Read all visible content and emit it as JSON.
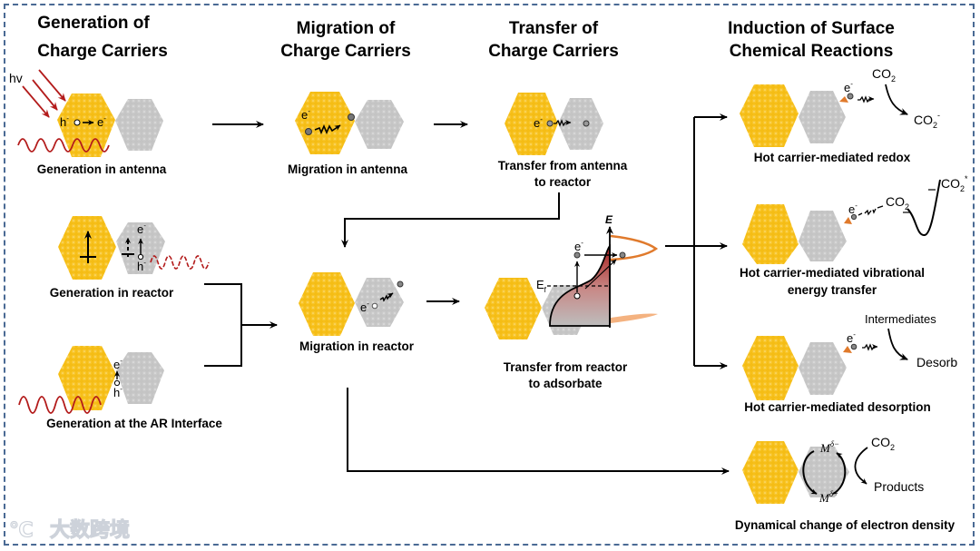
{
  "colors": {
    "antenna": "#f5bd14",
    "reactor": "#c4c4c4",
    "light_wave": "#b31b1b",
    "adsorbate_marker": "#e07a2c",
    "frame": "#4a6a94",
    "energy_gradient_top": "#a8201e",
    "energy_gradient_bottom": "#bdbdbd"
  },
  "headers": {
    "generation": [
      "Generation of",
      "Charge Carriers"
    ],
    "migration": [
      "Migration of",
      "Charge Carriers"
    ],
    "transfer": [
      "Transfer of",
      "Charge Carriers"
    ],
    "induction": [
      "Induction of Surface",
      "Chemical Reactions"
    ]
  },
  "panels": {
    "gen_antenna": {
      "caption": "Generation in antenna",
      "photon_label": "hv",
      "hole_label": "h",
      "electron_label": "e",
      "charge_sup": "-"
    },
    "gen_reactor": {
      "caption": "Generation in reactor",
      "electron_label": "e",
      "hole_label": "h",
      "charge_sup": "-"
    },
    "gen_interface": {
      "caption": "Generation at the AR Interface",
      "electron_label": "e",
      "hole_label": "h",
      "charge_sup": "-"
    },
    "mig_antenna": {
      "caption": "Migration in antenna",
      "electron_label": "e",
      "charge_sup": "-"
    },
    "mig_reactor": {
      "caption": "Migration in reactor",
      "electron_label": "e",
      "charge_sup": "-"
    },
    "transfer_antenna_reactor": {
      "caption": [
        "Transfer from antenna",
        "to reactor"
      ],
      "electron_label": "e",
      "charge_sup": "-"
    },
    "transfer_reactor_adsorbate": {
      "caption": [
        "Transfer from reactor",
        "to adsorbate"
      ],
      "energy_axis_label": "E",
      "fermi_label": "E",
      "fermi_sub": "f",
      "electron_label": "e",
      "charge_sup": "-"
    },
    "redox": {
      "caption": "Hot carrier-mediated redox",
      "electron_label": "e",
      "charge_sup": "-",
      "reactant": "CO",
      "reactant_sub": "2",
      "product": "CO",
      "product_sub": "2",
      "product_sup": "-"
    },
    "vibrational": {
      "caption": [
        "Hot carrier-mediated vibrational",
        "energy transfer"
      ],
      "electron_label": "e",
      "charge_sup": "-",
      "molecule": "CO",
      "molecule_sub": "2",
      "excited": "CO",
      "excited_sub": "2",
      "excited_sup": "*"
    },
    "desorption": {
      "caption": "Hot carrier-mediated desorption",
      "electron_label": "e",
      "charge_sup": "-",
      "reactant": "Intermediates",
      "product": "Desorb"
    },
    "density": {
      "caption": "Dynamical change of electron density",
      "m_minus": "M",
      "m_minus_sup": "δ−",
      "m_plus": "M",
      "m_plus_sup": "δ+",
      "reactant": "CO",
      "reactant_sub": "2",
      "product": "Products"
    }
  },
  "watermark": {
    "logo": "℃",
    "text": "大数跨境"
  }
}
